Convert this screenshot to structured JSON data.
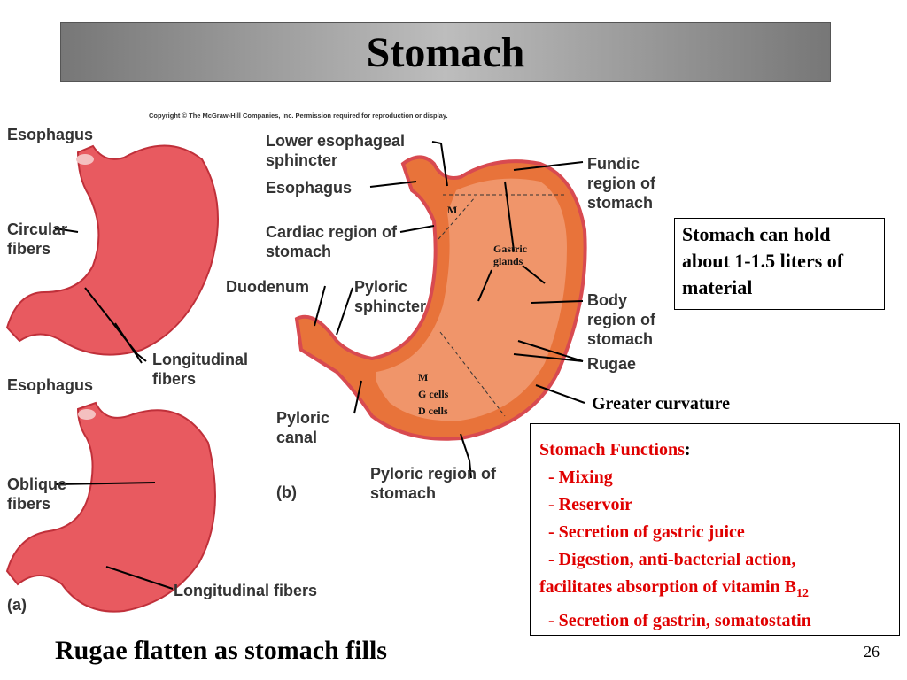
{
  "title": "Stomach",
  "copyright": "Copyright © The McGraw-Hill Companies, Inc. Permission required for reproduction or display.",
  "figure_a": {
    "labels": [
      "Esophagus",
      "Circular fibers",
      "Longitudinal fibers",
      "Esophagus",
      "Oblique fibers",
      "Longitudinal fibers"
    ],
    "panel": "(a)"
  },
  "figure_b": {
    "labels": {
      "les": "Lower esophageal sphincter",
      "esophagus": "Esophagus",
      "cardiac": "Cardiac region of stomach",
      "duodenum": "Duodenum",
      "pyloric_sphincter": "Pyloric sphincter",
      "pyloric_canal": "Pyloric canal",
      "pyloric_region": "Pyloric region of stomach",
      "fundic": "Fundic region of stomach",
      "body": "Body region of stomach",
      "rugae": "Rugae"
    },
    "panel": "(b)",
    "annotations": {
      "m_top": "M",
      "gastric_glands": "Gastric glands",
      "m": "M",
      "g_cells": "G cells",
      "d_cells": "D cells"
    }
  },
  "capacity_note": "Stomach can hold about 1-1.5 liters of material",
  "greater_curvature": "Greater curvature",
  "functions": {
    "heading": "Stomach Functions",
    "colon": ":",
    "items": [
      "- Mixing",
      "- Reservoir",
      "- Secretion of gastric juice",
      "- Digestion, anti-bacterial action,"
    ],
    "continuation": "facilitates absorption of vitamin B",
    "subscript": "12",
    "last": "- Secretion of gastrin, somatostatin"
  },
  "footer": "Rugae flatten as stomach fills",
  "page_number": "26",
  "colors": {
    "heading_red": "#e00000",
    "stomach_red": "#e8505a",
    "stomach_orange": "#e8733a"
  }
}
